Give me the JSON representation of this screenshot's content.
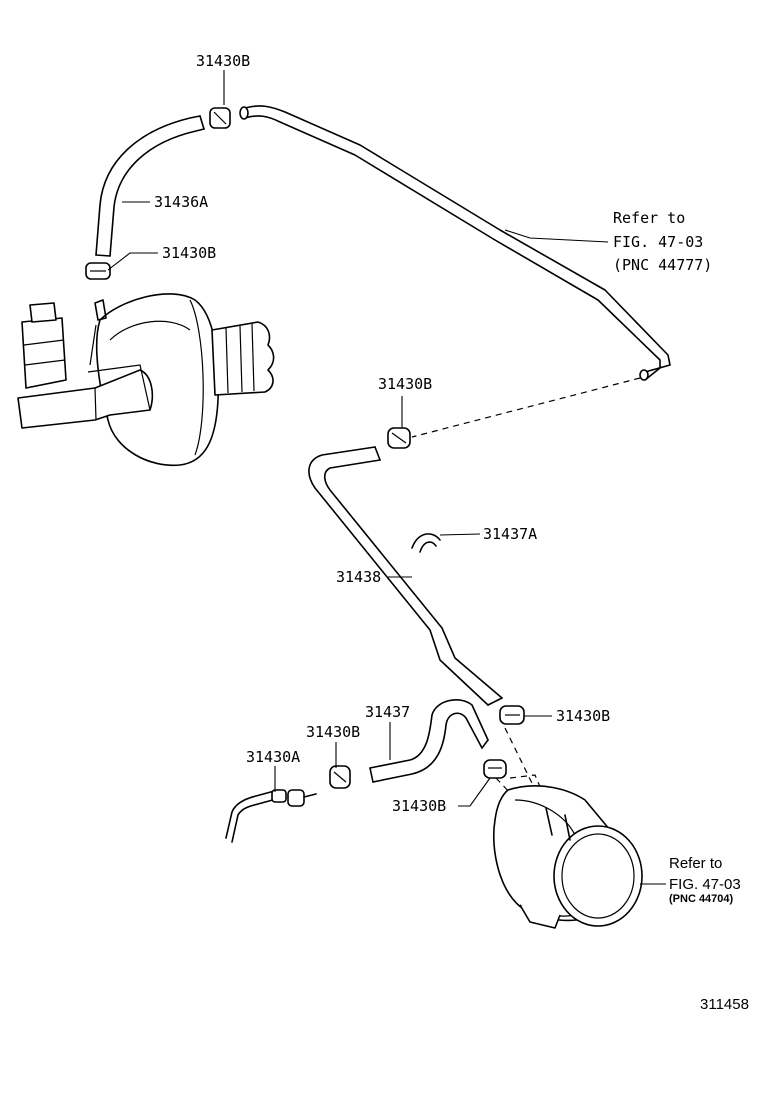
{
  "labels": {
    "clip_top": "31430B",
    "hose_36a": "31436A",
    "clip_left": "31430B",
    "clip_mid": "31430B",
    "clip_37a": "31437A",
    "hose_38": "31438",
    "clip_right": "31430B",
    "hose_37": "31437",
    "clip_small": "31430B",
    "clip_31430a": "31430A",
    "clip_bottom": "31430B"
  },
  "ref_top": {
    "line1": "Refer to",
    "line2": "FIG. 47-03",
    "line3": "(PNC 44777)"
  },
  "ref_bottom": {
    "line1": "Refer to",
    "line2": "FIG. 47-03",
    "line3": "(PNC 44704)"
  },
  "figure_number": "311458"
}
